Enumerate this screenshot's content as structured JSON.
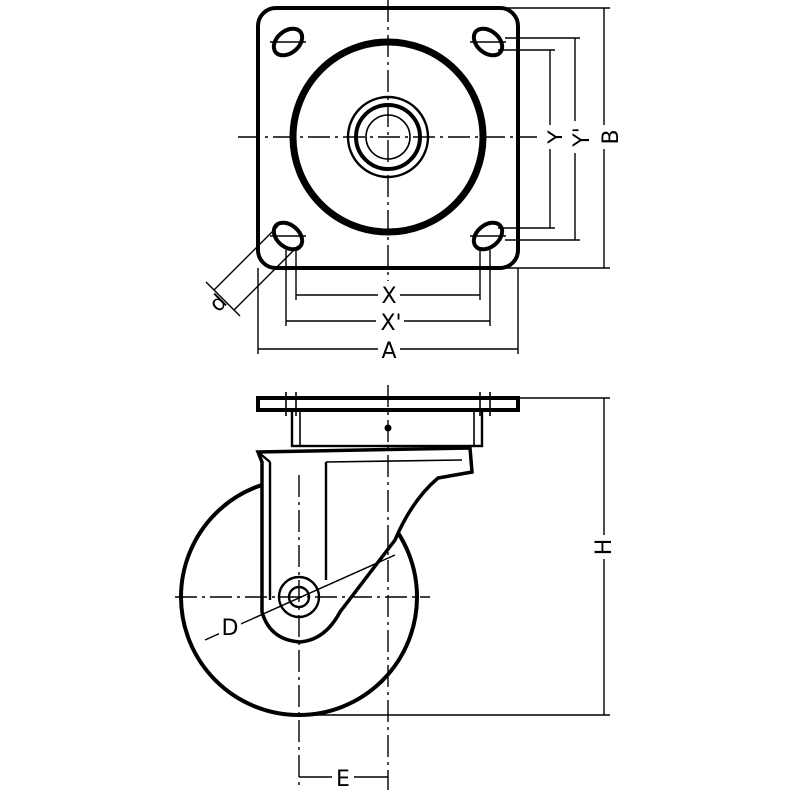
{
  "labels": {
    "A": "A",
    "B": "B",
    "X": "X",
    "X_prime": "X'",
    "Y": "Y",
    "Y_prime": "Y'",
    "d": "d",
    "H": "H",
    "D": "D",
    "E": "E"
  }
}
